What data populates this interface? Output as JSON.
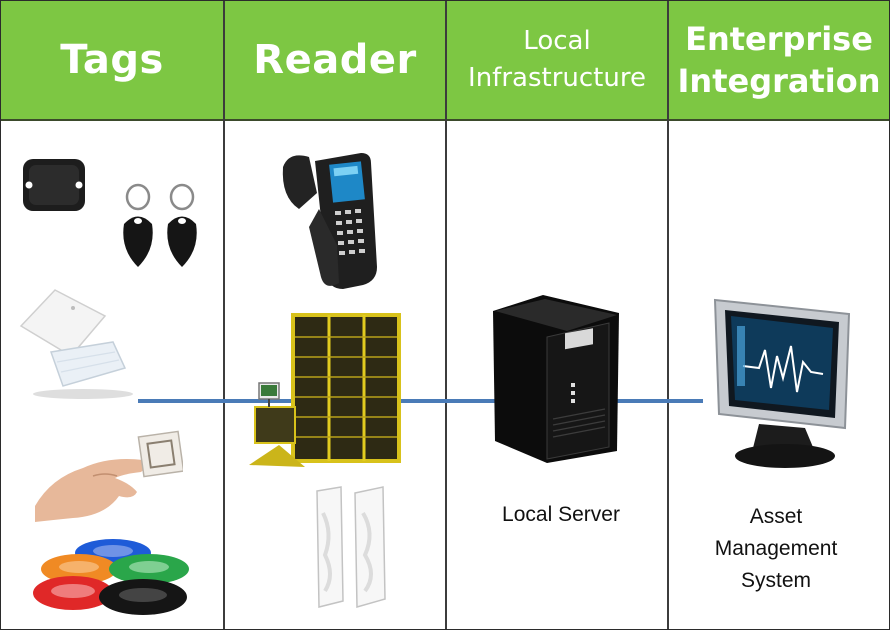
{
  "columns": [
    {
      "header": "Tags"
    },
    {
      "header": "Reader"
    },
    {
      "header_line1": "Local",
      "header_line2": "Infrastructure"
    },
    {
      "header_line1": "Enterprise",
      "header_line2": "Integration"
    }
  ],
  "captions": {
    "local_server": "Local Server",
    "asset_line1": "Asset",
    "asset_line2": "Management",
    "asset_line3": "System"
  },
  "icons": [
    "hard-tag-icon",
    "keyfob-tags-icon",
    "card-tags-icon",
    "hand-with-tag-icon",
    "wristband-tags-icon",
    "handheld-reader-icon",
    "cabinet-reader-icon",
    "gate-antenna-icon",
    "server-tower-icon",
    "monitor-chart-icon"
  ],
  "colors": {
    "header_bg": "#7dc743",
    "header_text": "#ffffff",
    "flow_line": "#4a7bb7"
  }
}
